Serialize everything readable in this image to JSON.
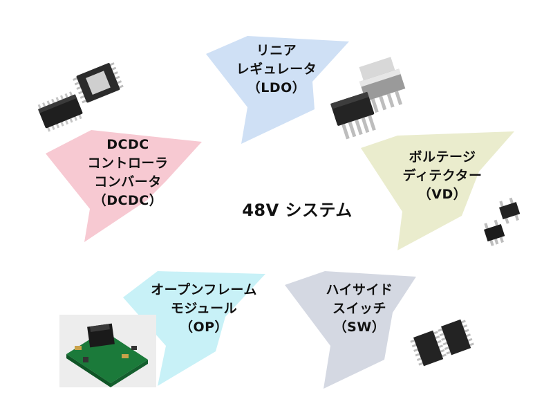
{
  "title": "48V システム",
  "blocks": [
    {
      "id": "ldo",
      "lines": [
        "リニア",
        "レギュレータ",
        "（LDO）"
      ],
      "color": "#cfe0f5"
    },
    {
      "id": "dcdc",
      "lines": [
        "DCDC",
        "コントローラ",
        "コンバータ",
        "（DCDC）"
      ],
      "color": "#f7c9d2"
    },
    {
      "id": "vd",
      "lines": [
        "ボルテージ",
        "ディテクター",
        "（VD）"
      ],
      "color": "#eaeccd"
    },
    {
      "id": "op",
      "lines": [
        "オープンフレーム",
        "モジュール",
        "（OP）"
      ],
      "color": "#c8f1f7"
    },
    {
      "id": "sw",
      "lines": [
        "ハイサイド",
        "スイッチ",
        "（SW）"
      ],
      "color": "#d4d8e2"
    }
  ]
}
